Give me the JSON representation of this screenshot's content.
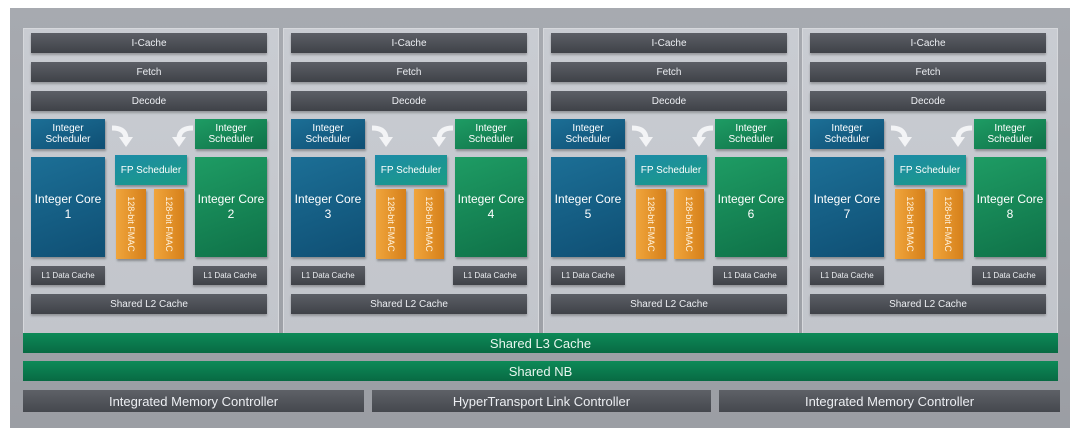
{
  "modules": [
    {
      "icache": "I-Cache",
      "fetch": "Fetch",
      "decode": "Decode",
      "sched_left": "Integer Scheduler",
      "sched_right": "Integer Scheduler",
      "fp_sched": "FP Scheduler",
      "core_left": "Integer Core 1",
      "core_right": "Integer Core 2",
      "fmac_a": "128-bit FMAC",
      "fmac_b": "128-bit FMAC",
      "l1_left": "L1 Data Cache",
      "l1_right": "L1 Data Cache",
      "l2": "Shared L2 Cache"
    },
    {
      "icache": "I-Cache",
      "fetch": "Fetch",
      "decode": "Decode",
      "sched_left": "Integer Scheduler",
      "sched_right": "Integer Scheduler",
      "fp_sched": "FP Scheduler",
      "core_left": "Integer Core 3",
      "core_right": "Integer Core 4",
      "fmac_a": "128-bit FMAC",
      "fmac_b": "128-bit FMAC",
      "l1_left": "L1 Data Cache",
      "l1_right": "L1 Data Cache",
      "l2": "Shared L2 Cache"
    },
    {
      "icache": "I-Cache",
      "fetch": "Fetch",
      "decode": "Decode",
      "sched_left": "Integer Scheduler",
      "sched_right": "Integer Scheduler",
      "fp_sched": "FP Scheduler",
      "core_left": "Integer Core 5",
      "core_right": "Integer Core 6",
      "fmac_a": "128-bit FMAC",
      "fmac_b": "128-bit FMAC",
      "l1_left": "L1 Data Cache",
      "l1_right": "L1 Data Cache",
      "l2": "Shared L2 Cache"
    },
    {
      "icache": "I-Cache",
      "fetch": "Fetch",
      "decode": "Decode",
      "sched_left": "Integer Scheduler",
      "sched_right": "Integer Scheduler",
      "fp_sched": "FP Scheduler",
      "core_left": "Integer Core 7",
      "core_right": "Integer Core 8",
      "fmac_a": "128-bit FMAC",
      "fmac_b": "128-bit FMAC",
      "l1_left": "L1 Data Cache",
      "l1_right": "L1 Data Cache",
      "l2": "Shared L2 Cache"
    }
  ],
  "l3": "Shared L3 Cache",
  "nb": "Shared NB",
  "controllers": [
    "Integrated Memory Controller",
    "HyperTransport Link Controller",
    "Integrated Memory Controller"
  ],
  "colors": {
    "integer_left": "#0f4f74",
    "integer_right": "#0f7148",
    "fmac": "#e0901f",
    "fp_scheduler": "#1a8a9a",
    "bar": "#4a4d53",
    "shared_green": "#0b7a4e",
    "module_bg": "#c6c9cf",
    "chip_bg": "#a3a6ac"
  },
  "icons": [
    "curved-arrow-icon"
  ]
}
